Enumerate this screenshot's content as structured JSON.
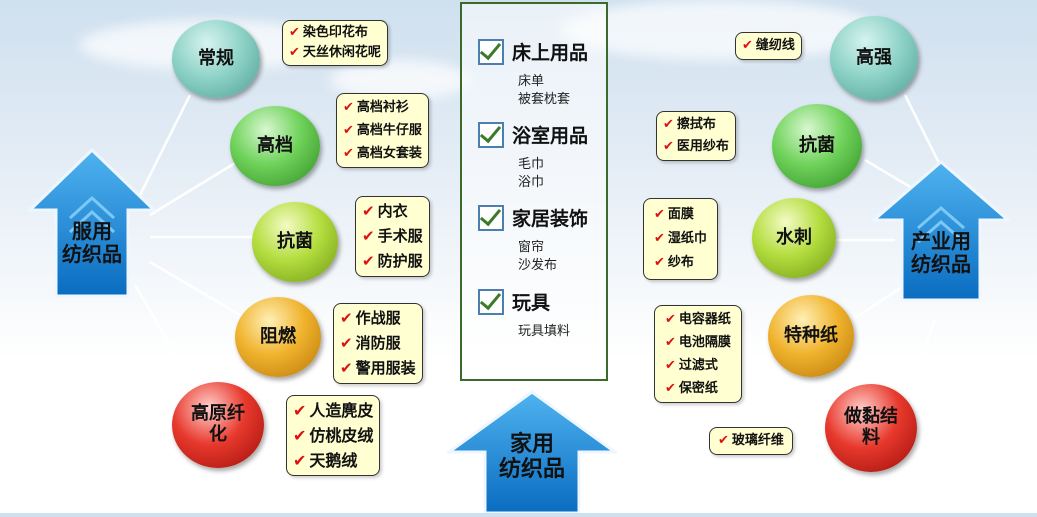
{
  "left_group": {
    "title_lines": [
      "服用",
      "纺织品"
    ],
    "nodes": [
      {
        "label_lines": [
          "常规"
        ],
        "items": [
          "染色印花布",
          "天丝休闲花呢"
        ]
      },
      {
        "label_lines": [
          "高档"
        ],
        "items": [
          "高档衬衫",
          "高档牛仔服",
          "高档女套装"
        ]
      },
      {
        "label_lines": [
          "抗菌"
        ],
        "items": [
          "内衣",
          "手术服",
          "防护服"
        ]
      },
      {
        "label_lines": [
          "阻燃"
        ],
        "items": [
          "作战服",
          "消防服",
          "警用服装"
        ]
      },
      {
        "label_lines": [
          "高原纤",
          "化"
        ],
        "items": [
          "人造麂皮",
          "仿桃皮绒",
          "天鹅绒"
        ]
      }
    ]
  },
  "center_group": {
    "title_lines": [
      "家用",
      "纺织品"
    ],
    "categories": [
      {
        "title": "床上用品",
        "items": [
          "床单",
          "被套枕套"
        ]
      },
      {
        "title": "浴室用品",
        "items": [
          "毛巾",
          "浴巾"
        ]
      },
      {
        "title": "家居装饰",
        "items": [
          "窗帘",
          "沙发布"
        ]
      },
      {
        "title": "玩具",
        "items": [
          "玩具填料"
        ]
      }
    ]
  },
  "right_group": {
    "title_lines": [
      "产业用",
      "纺织品"
    ],
    "nodes": [
      {
        "label_lines": [
          "高强"
        ],
        "items": [
          "缝纫线"
        ]
      },
      {
        "label_lines": [
          "抗菌"
        ],
        "items": [
          "擦拭布",
          "医用纱布"
        ]
      },
      {
        "label_lines": [
          "水刺"
        ],
        "items": [
          "面膜",
          "湿纸巾",
          "纱布"
        ]
      },
      {
        "label_lines": [
          "特种纸"
        ],
        "items": [
          "电容器纸",
          "电池隔膜",
          "过滤式",
          "保密纸"
        ]
      },
      {
        "label_lines": [
          "做黏结",
          "料"
        ],
        "items": [
          "玻璃纤维"
        ]
      }
    ]
  },
  "check_mark": "✔",
  "colors": {
    "teal": "#8fd3c8",
    "green": "#6fd25a",
    "lime": "#b4dd3f",
    "orange": "#f0b32e",
    "red": "#e8392d",
    "arrow_blue": "#1c86d4",
    "box_fill": "#ffffd1"
  }
}
